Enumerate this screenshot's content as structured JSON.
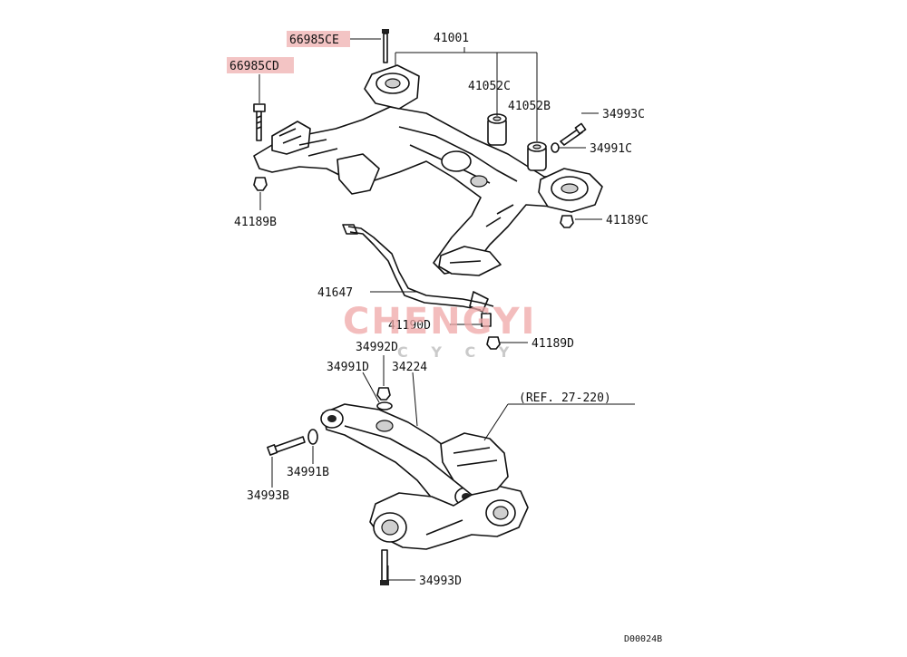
{
  "parts": {
    "p66985CE": "66985CE",
    "p66985CD": "66985CD",
    "p41001": "41001",
    "p41052C": "41052C",
    "p41052B": "41052B",
    "p34993C": "34993C",
    "p34991C": "34991C",
    "p41189B": "41189B",
    "p41189C": "41189C",
    "p41647": "41647",
    "p41190D": "41190D",
    "p41189D": "41189D",
    "p34992D": "34992D",
    "p34991D": "34991D",
    "p34224": "34224",
    "ref": "(REF. 27-220)",
    "p34991B": "34991B",
    "p34993B": "34993B",
    "p34993D": "34993D"
  },
  "diagram_code": "D00024B",
  "watermark": {
    "main": "CHENGYI",
    "sub": "C Y C Y"
  },
  "colors": {
    "highlight": "#f3c4c4",
    "watermark": "#f0a8a8",
    "line": "#111111"
  }
}
